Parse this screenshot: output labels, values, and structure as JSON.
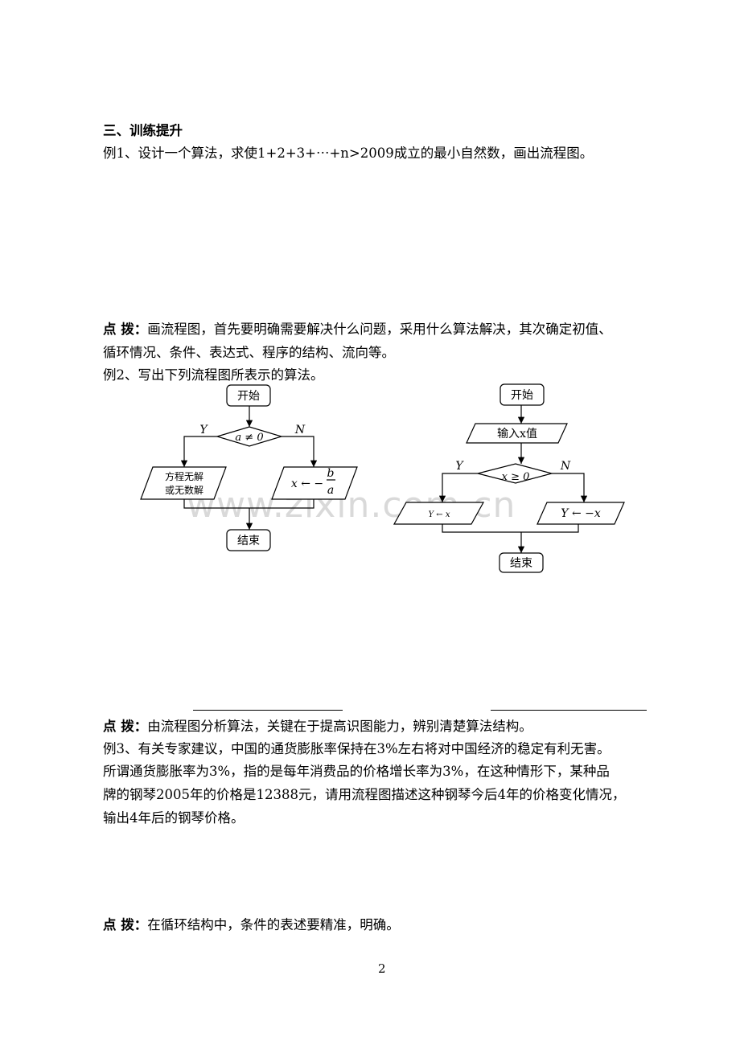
{
  "section_title": "三、训练提升",
  "ex1": "例1、设计一个算法，求使1+2+3+⋯+n>2009成立的最小自然数，画出流程图。",
  "tip_label": "点 拨：",
  "tip1_line1": "画流程图，首先要明确需要解决什么问题，采用什么算法解决，其次确定初值、",
  "tip1_line2": "循环情况、条件、表达式、程序的结构、流向等。",
  "ex2": "例2、写出下列流程图所表示的算法。",
  "fc_left": {
    "start": "开始",
    "cond": "a ≠ 0",
    "yes": "Y",
    "no": "N",
    "left_box_line1": "方程无解",
    "left_box_line2": "或无数解",
    "right_box_prefix": "x ← −",
    "right_box_num": "b",
    "right_box_den": "a",
    "end": "结束"
  },
  "fc_right": {
    "start": "开始",
    "input": "输入x值",
    "cond": "x ≥ 0",
    "yes": "Y",
    "no": "N",
    "left_box": "Y ← x",
    "right_box": "Y ← −x",
    "end": "结束"
  },
  "watermark": "www.zixin.com.cn",
  "tip2": "由流程图分析算法，关键在于提高识图能力，辨别清楚算法结构。",
  "ex3_line1": "例3、有关专家建议，中国的通货膨胀率保持在3%左右将对中国经济的稳定有利无害。",
  "ex3_line2": "所谓通货膨胀率为3%，指的是每年消费品的价格增长率为3%，在这种情形下，某种品",
  "ex3_line3": "牌的钢琴2005年的价格是12388元，请用流程图描述这种钢琴今后4年的价格变化情况，",
  "ex3_line4": "输出4年后的钢琴价格。",
  "tip3": "在循环结构中，条件的表述要精准，明确。",
  "page_number": "2"
}
